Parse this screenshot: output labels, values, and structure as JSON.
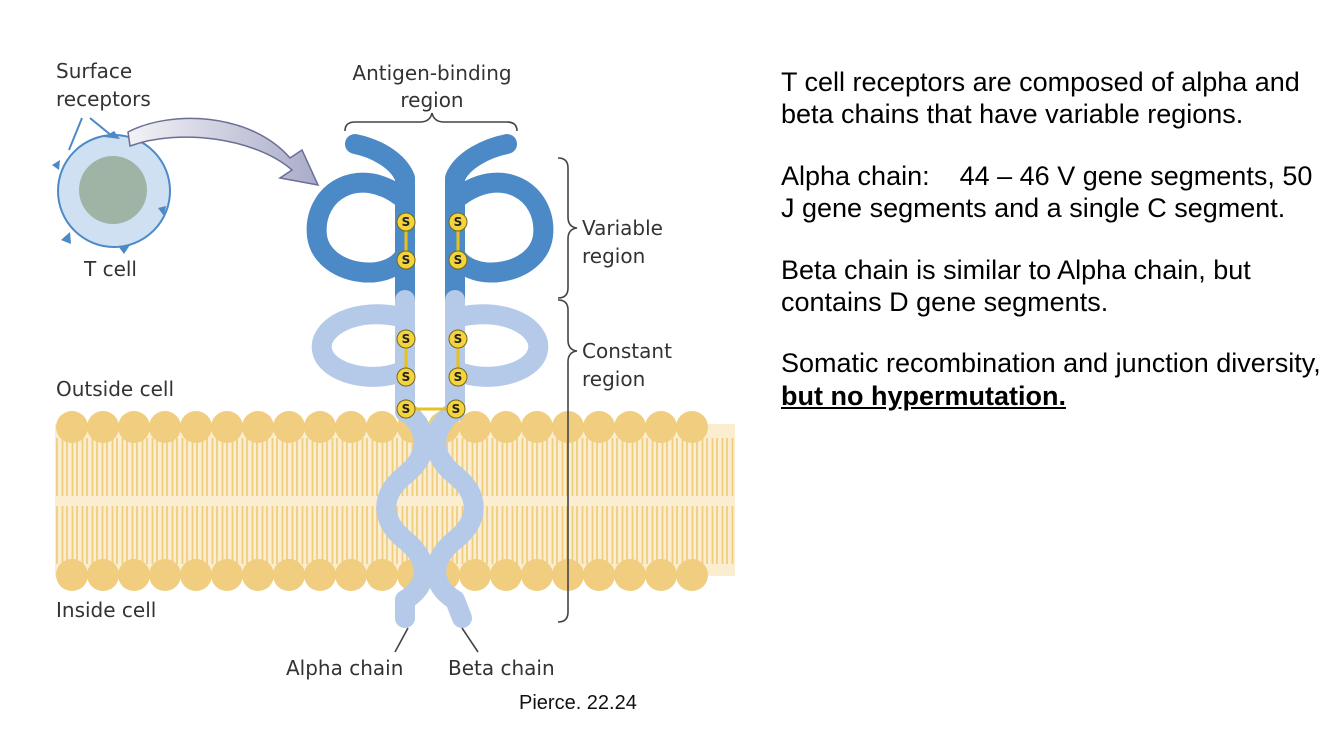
{
  "diagram": {
    "labels": {
      "surface_receptors_line1": "Surface",
      "surface_receptors_line2": "receptors",
      "t_cell": "T cell",
      "antigen_binding_line1": "Antigen-binding",
      "antigen_binding_line2": "region",
      "variable_line1": "Variable",
      "variable_line2": "region",
      "constant_line1": "Constant",
      "constant_line2": "region",
      "outside_cell": "Outside cell",
      "inside_cell": "Inside cell",
      "alpha_chain": "Alpha chain",
      "beta_chain": "Beta chain",
      "disulfide": "S"
    },
    "colors": {
      "variable_region": "#4b8ac7",
      "constant_region": "#b5c9e8",
      "membrane_head": "#f0cd7f",
      "membrane_tail": "#fbeed0",
      "disulfide_fill": "#f4d43c",
      "t_cell_body": "#cfe0f2",
      "t_cell_nucleus": "#9fb4a4"
    }
  },
  "caption": "Pierce. 22.24",
  "text": {
    "p1": "T cell receptors are composed of alpha and beta chains that have variable regions.",
    "p2": "Alpha chain:    44 – 46 V gene segments, 50 J gene segments and a single C segment.",
    "p3": "Beta chain is similar to Alpha chain, but contains D gene segments.",
    "p4_plain": "Somatic recombination and junction diversity, ",
    "p4_emphasis": "but no hypermutation."
  }
}
